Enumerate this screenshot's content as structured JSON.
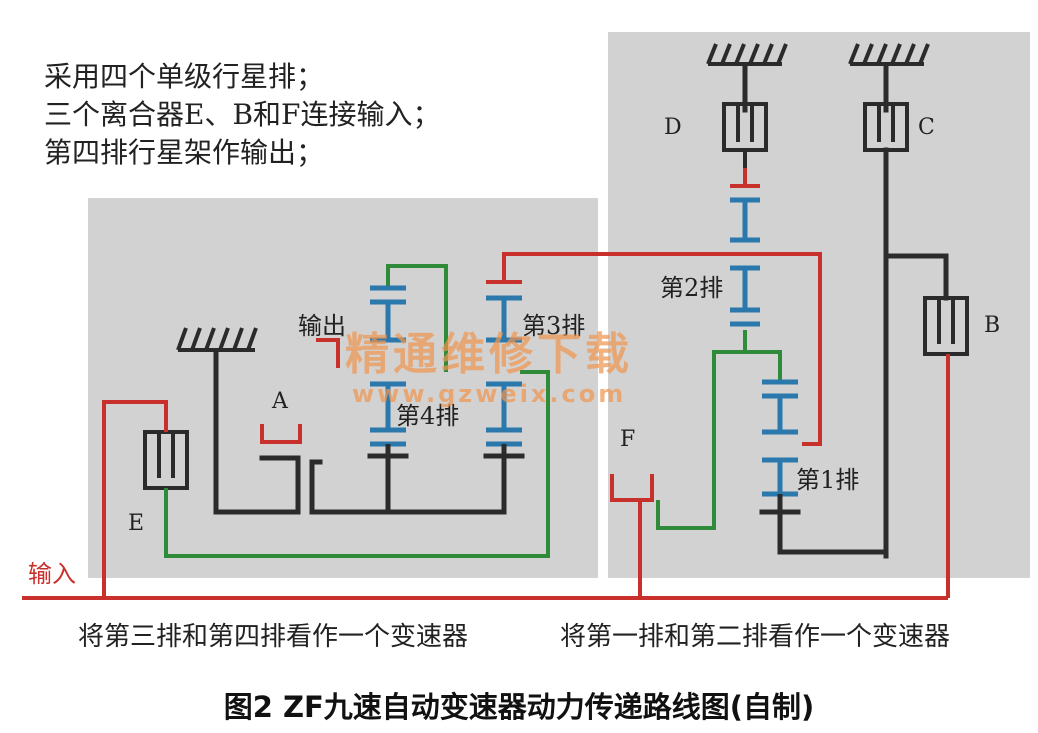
{
  "notes": [
    "采用四个单级行星排；",
    "三个离合器E、B和F连接输入；",
    "第四排行星架作输出；"
  ],
  "labels": {
    "output": "输出",
    "input": "输入",
    "clutch_a": "A",
    "clutch_b": "B",
    "clutch_c": "C",
    "clutch_d": "D",
    "clutch_e": "E",
    "clutch_f": "F",
    "row1": "第1排",
    "row2": "第2排",
    "row3": "第3排",
    "row4": "第4排"
  },
  "footer": {
    "left": "将第三排和第四排看作一个变速器",
    "right": "将第一排和第二排看作一个变速器"
  },
  "caption": "图2 ZF九速自动变速器动力传递路线图(自制)",
  "watermark": {
    "main": "精通维修下载",
    "url": "www.gzweix.com"
  },
  "colors": {
    "panel": "#d2d2d2",
    "shaft": "#2b2b2b",
    "gear": "#2b78ad",
    "input_line": "#c8302c",
    "green_line": "#2f8a3a",
    "ground": "#2b2b2b"
  }
}
